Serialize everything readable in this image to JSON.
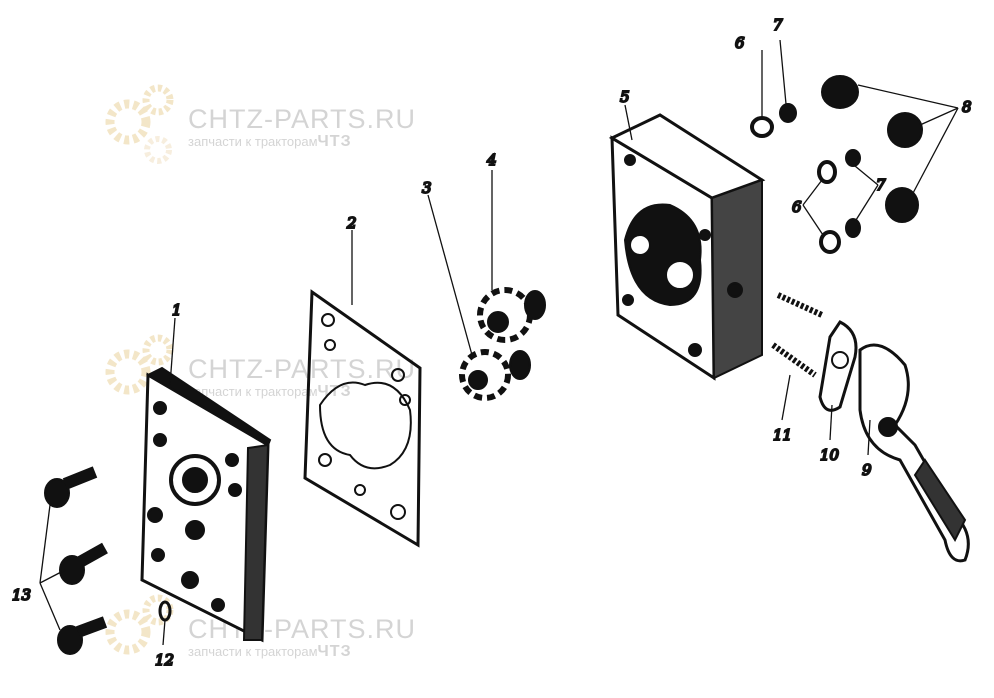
{
  "watermark": {
    "site": "CHTZ-PARTS.RU",
    "tagline": "запчасти к тракторам",
    "brand": "ЧТЗ",
    "gear_color": "#f3e6c8"
  },
  "labels": {
    "cover": "1",
    "gasket": "2",
    "driven_gear": "3",
    "drive_gear": "4",
    "pump_body": "5",
    "washer_top": "6",
    "nut_top": "7",
    "fittings": "8",
    "washer_mid": "6",
    "nut_mid": "7",
    "outlet_pipe": "9",
    "pipe_gasket": "10",
    "stud": "11",
    "pin": "12",
    "bolts": "13"
  }
}
